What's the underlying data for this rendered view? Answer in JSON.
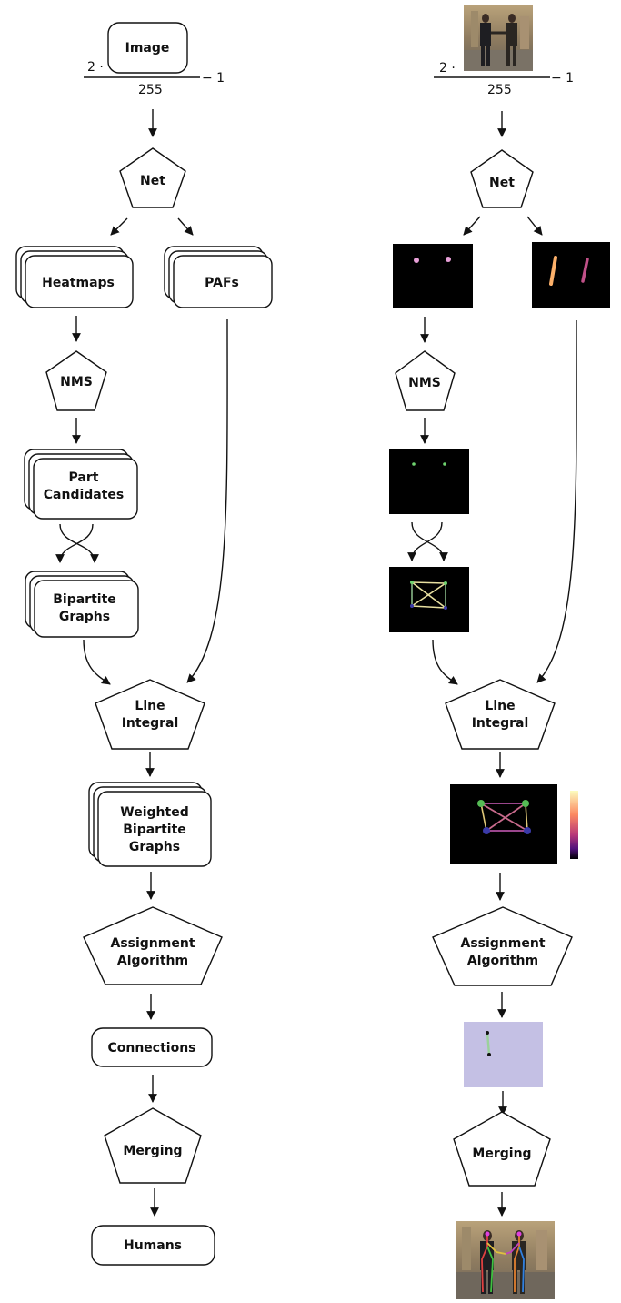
{
  "left_column": {
    "formula": {
      "inner_label": "Image",
      "multiplier": "2 ·",
      "denominator": "255",
      "minus": "− 1"
    },
    "net": "Net",
    "heatmaps": "Heatmaps",
    "pafs": "PAFs",
    "nms": "NMS",
    "part_candidates": [
      "Part",
      "Candidates"
    ],
    "bipartite_graphs": [
      "Bipartite",
      "Graphs"
    ],
    "line_integral": [
      "Line",
      "Integral"
    ],
    "weighted_bipartite_graphs": [
      "Weighted",
      "Bipartite",
      "Graphs"
    ],
    "assignment_algorithm": [
      "Assignment",
      "Algorithm"
    ],
    "connections": "Connections",
    "merging": "Merging",
    "humans": "Humans"
  },
  "right_column": {
    "formula": {
      "multiplier": "2 ·",
      "denominator": "255",
      "minus": "− 1"
    },
    "net": "Net",
    "nms": "NMS",
    "line_integral": [
      "Line",
      "Integral"
    ],
    "assignment_algorithm": [
      "Assignment",
      "Algorithm"
    ],
    "merging": "Merging"
  },
  "colors": {
    "ink": "#111111",
    "dark_panel": "#000000",
    "heat_dot": "#e8a0d8",
    "candidate_dot": "#6fd36f",
    "graph_edge": "#e8e0a0",
    "weighted_node_top": "#55bb55",
    "weighted_node_bottom": "#3a3aa8",
    "weighted_edge": "#b050a0",
    "connection_bg": "#c4c0e4",
    "connection_edge": "#9bd19b"
  }
}
